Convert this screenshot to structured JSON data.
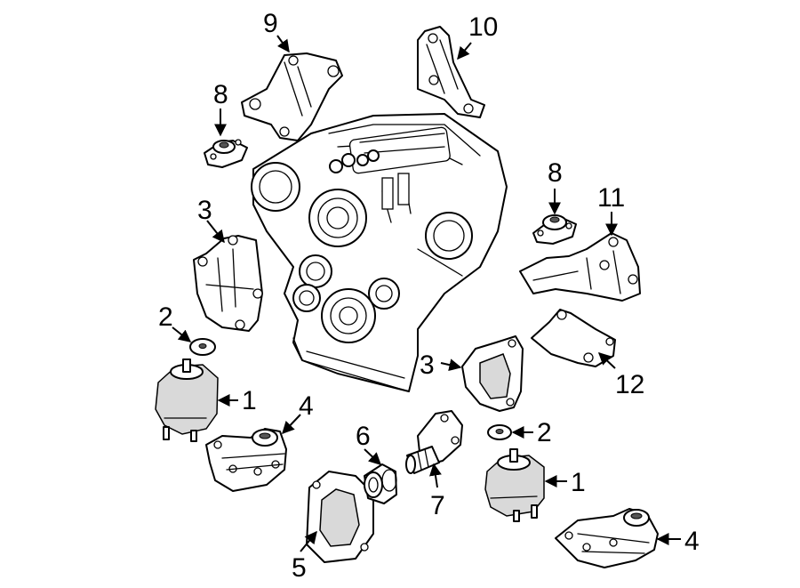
{
  "callouts": {
    "c1a": "1",
    "c1b": "1",
    "c2a": "2",
    "c2b": "2",
    "c3a": "3",
    "c3b": "3",
    "c4a": "4",
    "c4b": "4",
    "c5": "5",
    "c6": "6",
    "c7": "7",
    "c8a": "8",
    "c8b": "8",
    "c9": "9",
    "c10": "10",
    "c11": "11",
    "c12": "12"
  }
}
